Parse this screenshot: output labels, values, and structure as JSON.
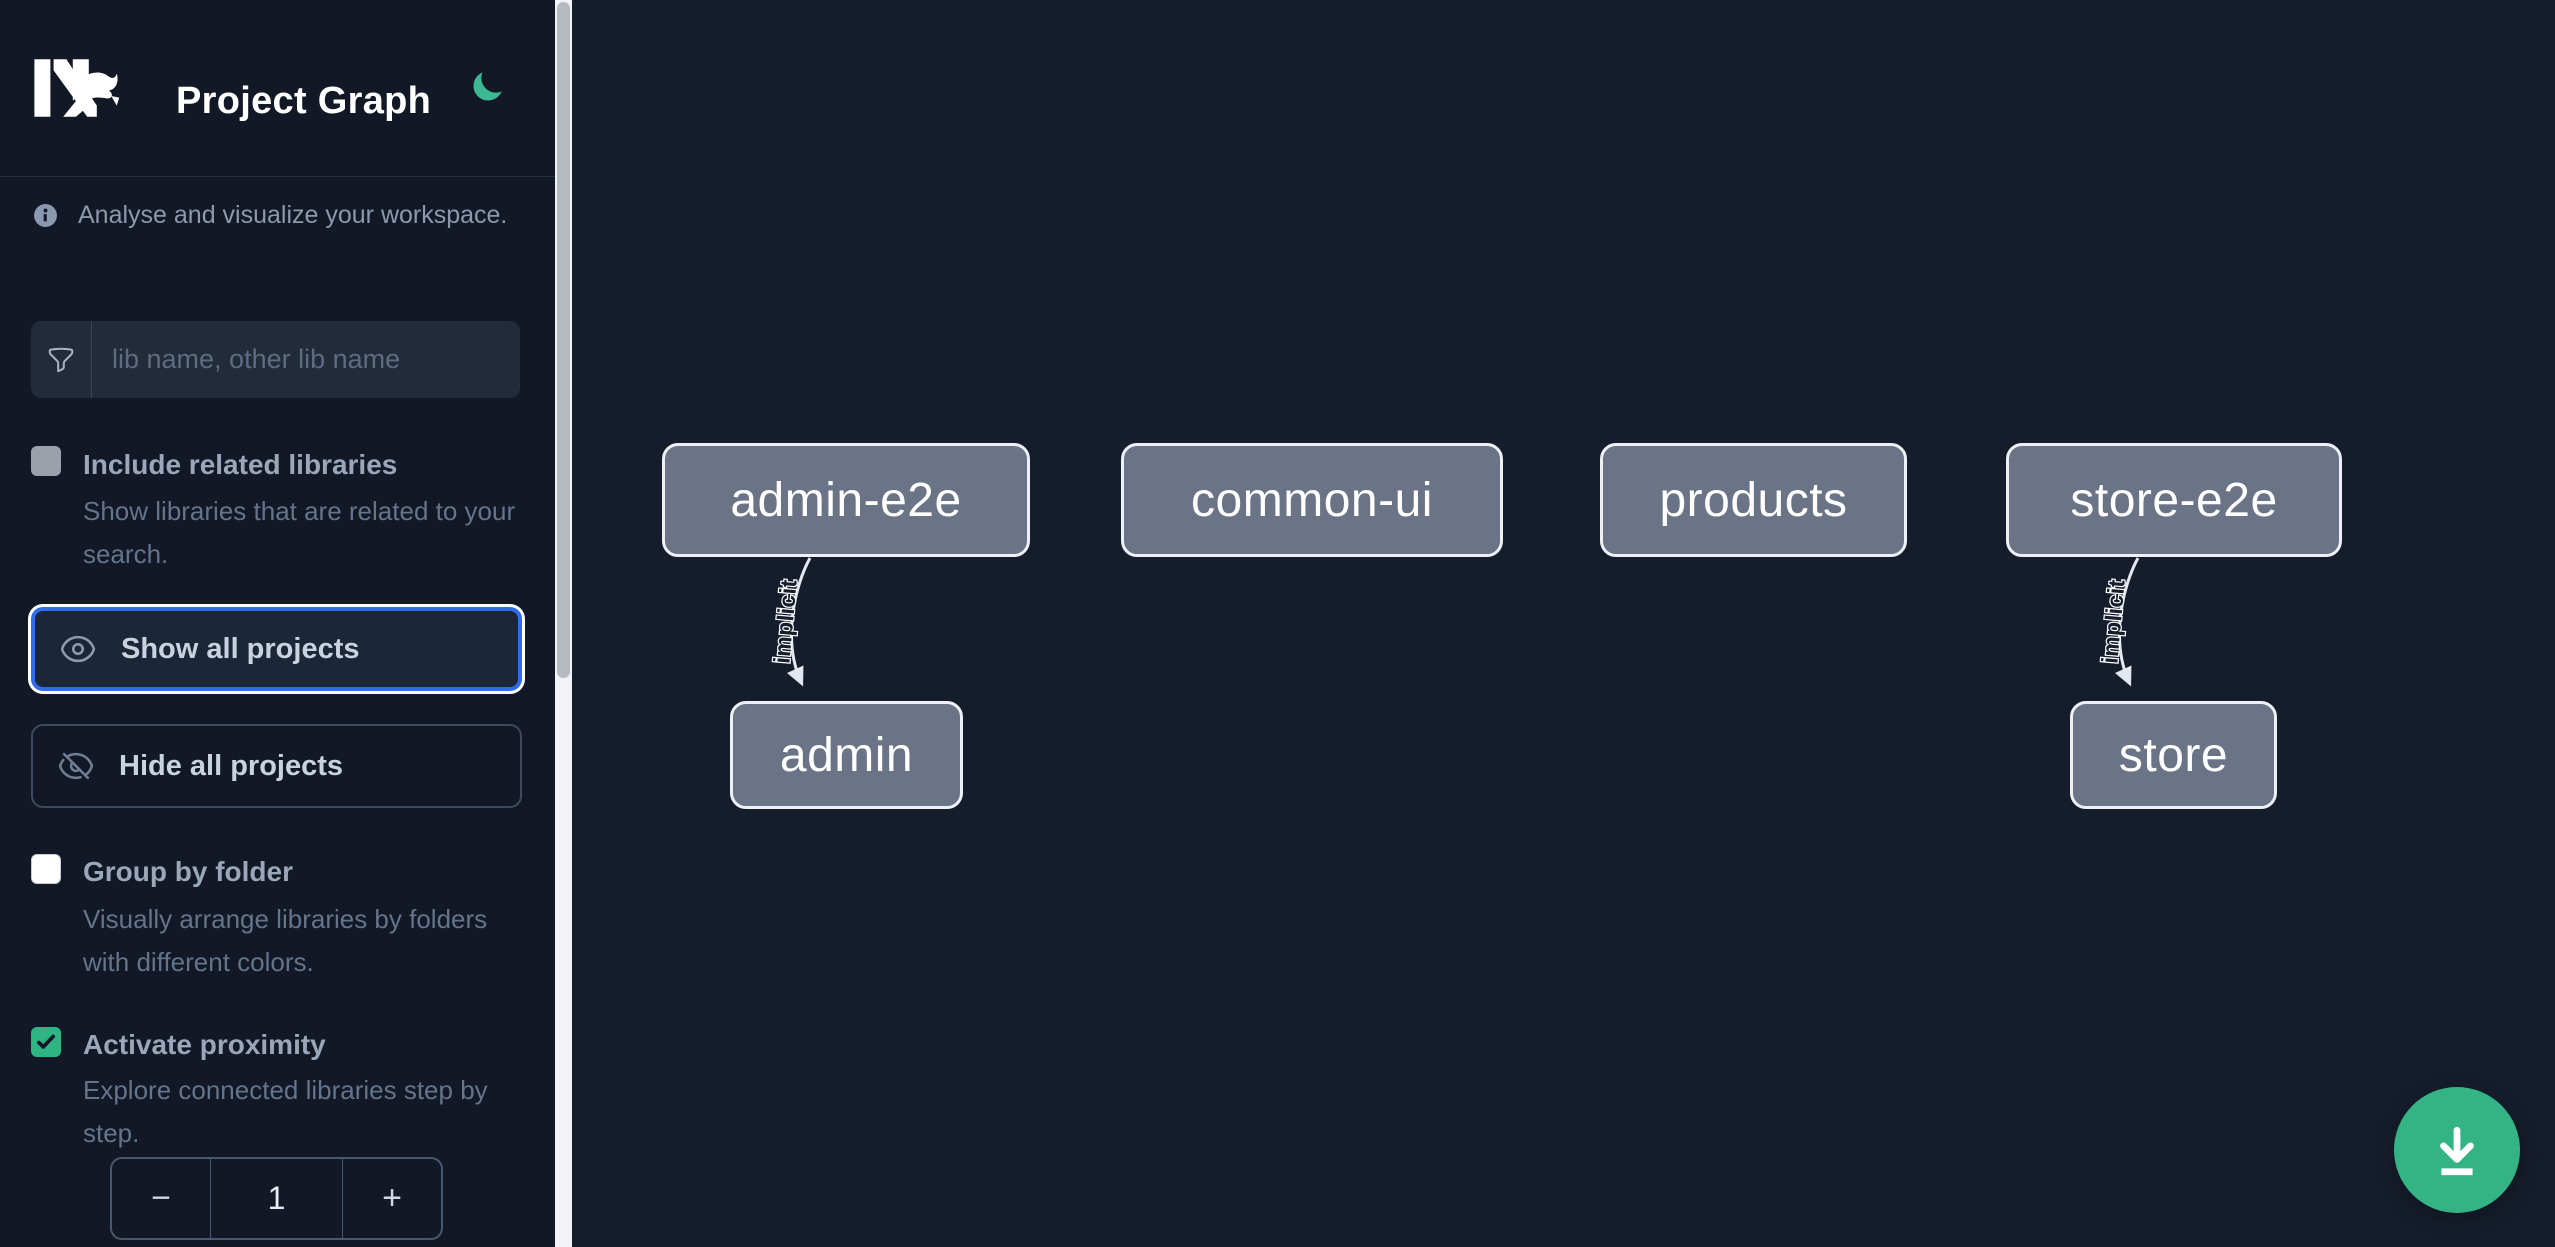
{
  "header": {
    "title": "Project Graph"
  },
  "sidebar": {
    "tagline": "Analyse and visualize your workspace.",
    "filter": {
      "placeholder": "lib name, other lib name",
      "value": ""
    },
    "actions": {
      "show_all": "Show all projects",
      "hide_all": "Hide all projects"
    },
    "options": [
      {
        "label": "Include related libraries",
        "description": "Show libraries that are related to your search.",
        "checked": false
      },
      {
        "label": "Group by folder",
        "description": "Visually arrange libraries by folders with different colors.",
        "checked": false
      },
      {
        "label": "Activate proximity",
        "description": "Explore connected libraries step by step.",
        "checked": true
      }
    ],
    "stepper": {
      "decrease": "−",
      "value": "1",
      "increase": "+"
    }
  },
  "graph": {
    "nodes": [
      {
        "label": "admin-e2e"
      },
      {
        "label": "common-ui"
      },
      {
        "label": "products"
      },
      {
        "label": "store-e2e"
      },
      {
        "label": "admin"
      },
      {
        "label": "store"
      }
    ],
    "edges": [
      {
        "from": "admin-e2e",
        "to": "admin",
        "label": "implicit"
      },
      {
        "from": "store-e2e",
        "to": "store",
        "label": "implicit"
      }
    ]
  },
  "colors": {
    "sidebar_bg": "#121826",
    "canvas_bg": "#151c2b",
    "accent_green": "#34b484",
    "moon_green": "#3cb990",
    "focus_blue": "#2f6bea",
    "node_fill": "#6a7486",
    "node_border": "#edf1f6",
    "edge_stroke": "#e3e8ef"
  },
  "icons": {
    "logo": "nx-logo",
    "theme": "moon-icon",
    "info": "info-icon",
    "filter": "funnel-icon",
    "show": "eye-icon",
    "hide": "eye-slash-icon",
    "fab": "download-icon"
  }
}
